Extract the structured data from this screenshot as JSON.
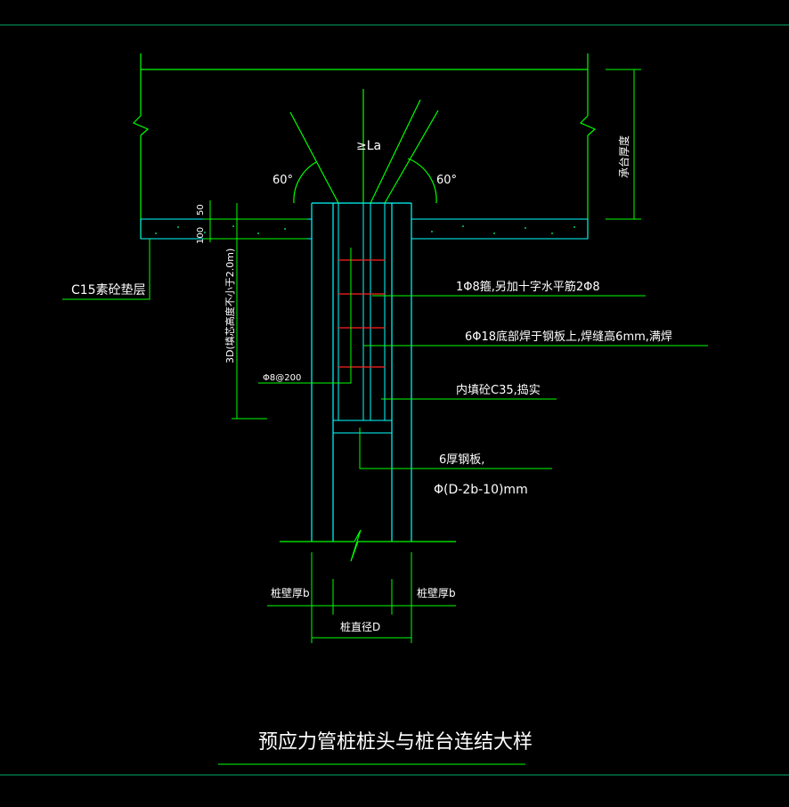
{
  "title": "预应力管桩桩头与桩台连结大样",
  "colors": {
    "background": "#000000",
    "dim_line": "#00ff00",
    "pile": "#00ffff",
    "rebar": "#ff0000",
    "text": "#ffffff"
  },
  "labels": {
    "cushion": "C15素砼垫层",
    "angle_left": "60°",
    "angle_right": "60°",
    "anchorage": "≥La",
    "cap_thickness": "承台厚度",
    "dim_50": "50",
    "dim_100": "100",
    "fill_depth": "3D(填芯高度不小于2.0m)",
    "stirrup_spacing": "Φ8@200",
    "note_stirrup": "1Φ8箍,另加十字水平筋2Φ8",
    "note_bars": "6Φ18底部焊于钢板上,焊缝高6mm,满焊",
    "note_fill": "内填砼C35,捣实",
    "note_plate_1": "6厚钢板,",
    "note_plate_2": "Φ(D-2b-10)mm",
    "wall_left": "桩壁厚b",
    "wall_right": "桩壁厚b",
    "diameter": "桩直径D"
  }
}
